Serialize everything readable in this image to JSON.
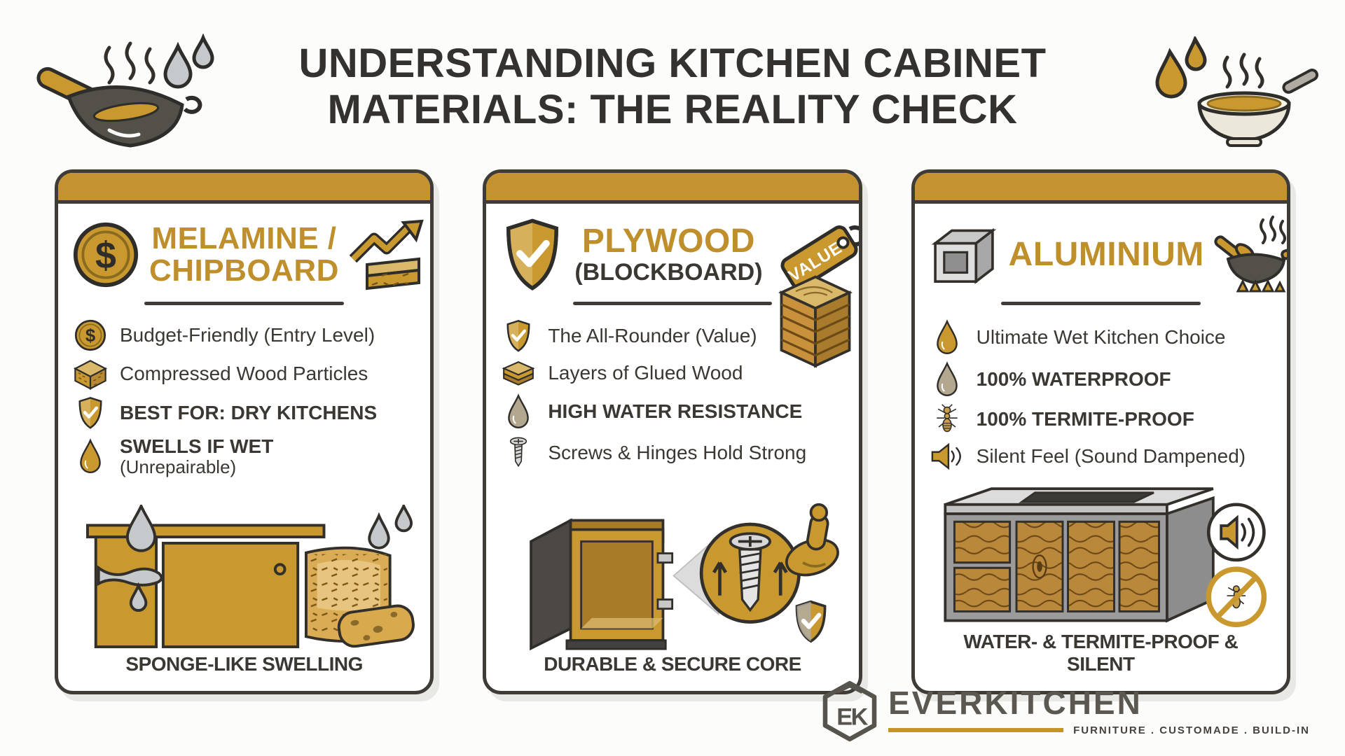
{
  "page": {
    "title_line1": "UNDERSTANDING KITCHEN CABINET",
    "title_line2": "MATERIALS: THE REALITY CHECK"
  },
  "decor": {
    "top_left_icon": "wok-steam-icon",
    "top_left_drops_icon": "water-drops-icon",
    "top_right_drops_icon": "gold-drops-icon",
    "top_right_icon": "soup-bowl-icon"
  },
  "cards": [
    {
      "title_line1": "MELAMINE /",
      "title_line2": "CHIPBOARD",
      "header_icon": "dollar-coin-icon",
      "corner_icon": "growth-arrow-chipboard-icon",
      "bullets": [
        {
          "icon": "dollar-coin-icon",
          "text": "Budget-Friendly (Entry Level)"
        },
        {
          "icon": "chipboard-block-icon",
          "text": "Compressed Wood Particles"
        },
        {
          "icon": "shield-check-icon",
          "text": "BEST FOR: DRY KITCHENS"
        },
        {
          "icon": "water-drop-icon",
          "text": "SWELLS IF WET",
          "subtext": "(Unrepairable)"
        }
      ],
      "illustration": "swollen-cabinet-sponge-illustration",
      "caption": "SPONGE-LIKE SWELLING"
    },
    {
      "title_line1": "PLYWOOD",
      "title_line2": "(BLOCKBOARD)",
      "header_icon": "shield-check-icon",
      "corner_icon": "value-tag-icon",
      "value_tag_label": "VALUE",
      "side_icon": "plywood-stack-icon",
      "bullets": [
        {
          "icon": "shield-check-icon",
          "text": "The All-Rounder (Value)"
        },
        {
          "icon": "plywood-layers-icon",
          "text": "Layers of Glued Wood"
        },
        {
          "icon": "water-drop-icon",
          "text": "HIGH WATER RESISTANCE"
        },
        {
          "icon": "screw-icon",
          "text": "Screws & Hinges Hold Strong"
        }
      ],
      "illustration": "cabinet-screw-strength-illustration",
      "caption": "DURABLE & SECURE CORE"
    },
    {
      "title_line1": "ALUMINIUM",
      "header_icon": "aluminium-profile-icon",
      "corner_icon": "wok-flame-icon",
      "bullets": [
        {
          "icon": "water-drop-icon",
          "text": "Ultimate Wet Kitchen Choice"
        },
        {
          "icon": "water-drop-icon",
          "text": "100% WATERPROOF"
        },
        {
          "icon": "termite-icon",
          "text": "100% TERMITE-PROOF"
        },
        {
          "icon": "speaker-icon",
          "text": "Silent Feel (Sound Dampened)"
        }
      ],
      "illustration": "aluminium-cabinet-illustration",
      "caption": "WATER- & TERMITE-PROOF & SILENT"
    }
  ],
  "footer": {
    "brand": "EVERKITCHEN",
    "tagline": "FURNITURE . CUSTOMADE . BUILD-IN",
    "logo_icon": "ek-cube-logo-icon"
  },
  "colors": {
    "gold": "#C4922F",
    "gold_text": "#BF8F2C",
    "dark": "#3B3833",
    "card_border": "#3F3C37",
    "gray_drop": "#C6C9CC",
    "wood": "#B9883B",
    "background": "#FCFCFA"
  }
}
